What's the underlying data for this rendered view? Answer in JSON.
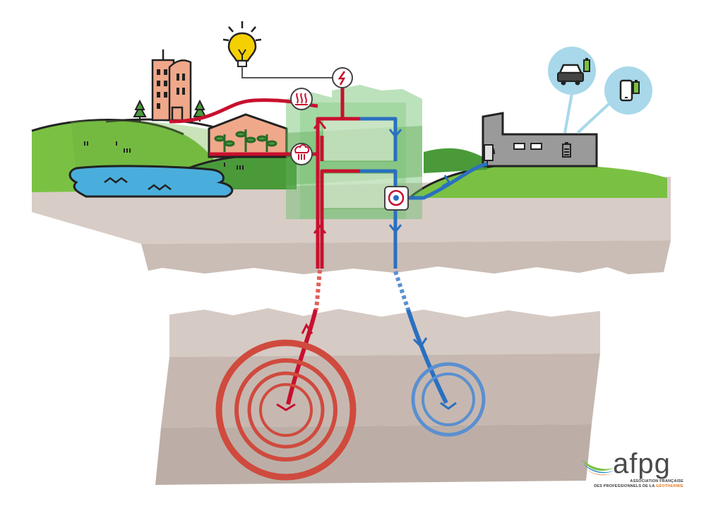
{
  "colors": {
    "hot": "#c8102e",
    "hot_light": "#e0605a",
    "cold": "#2a70c0",
    "cold_light": "#5a8fd0",
    "grass": "#7ac143",
    "grass_dark": "#4a9a3a",
    "water": "#4aaedc",
    "rock": "#d8ccc6",
    "rock_dark": "#c4b6ae",
    "plant_green": "#6abf6a",
    "building": "#f0a88a",
    "factory": "#9a9a9a",
    "bubble": "#a8d8ea",
    "bulb": "#f5d000"
  },
  "icons": {
    "bulb": "lightbulb-icon",
    "electricity": "electricity-icon",
    "heat": "heat-icon",
    "steam": "steam-icon",
    "heat_exchanger": "heat-exchanger-icon",
    "car": "electric-car-icon",
    "phone": "phone-battery-icon",
    "battery": "battery-icon"
  },
  "logo": {
    "name": "afpg",
    "line1": "ASSOCIATION FRANÇAISE",
    "line2a": "DES PROFESSIONNELS DE LA ",
    "line2b": "GÉOTHERMIE"
  }
}
